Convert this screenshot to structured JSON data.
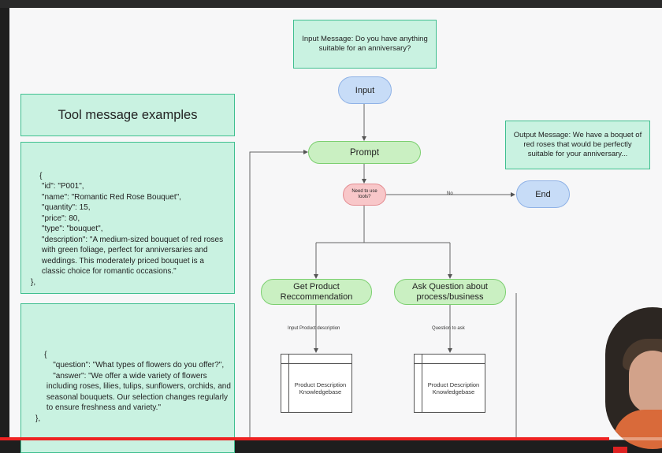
{
  "diagram": {
    "input_message": "Input Message: Do you have anything suitable for an anniversary?",
    "input": "Input",
    "prompt": "Prompt",
    "decision": "Need to use tools?",
    "no_label": "No",
    "end": "End",
    "output_message": "Output Message: We have a boquet of red roses that would be perfectly suitable for your anniversary...",
    "branch_left": "Get Product Reccommendation",
    "branch_right": "Ask Question about process/business",
    "edge_left": "Input Product description",
    "edge_right": "Question to ask",
    "kb_left": "Product Description Knowledgebase",
    "kb_right": "Product Description Knowledgebase"
  },
  "panel": {
    "title": "Tool message examples",
    "example1": "{\n     \"id\": \"P001\",\n     \"name\": \"Romantic Red Rose Bouquet\",\n     \"quantity\": 15,\n     \"price\": 80,\n     \"type\": \"bouquet\",\n     \"description\": \"A medium-sized bouquet of red roses\n     with green foliage, perfect for anniversaries and\n     weddings. This moderately priced bouquet is a\n     classic choice for romantic occasions.\"\n},",
    "example2": "{\n        \"question\": \"What types of flowers do you offer?\",\n        \"answer\": \"We offer a wide variety of flowers\n     including roses, lilies, tulips, sunflowers, orchids, and\n     seasonal bouquets. Our selection changes regularly\n     to ensure freshness and variety.\"\n},"
  },
  "video": {
    "progress": 0.92
  },
  "colors": {
    "mint": "#c9f2e1",
    "green": "#caf0c2",
    "blue": "#c7dcf7",
    "pink": "#f8c7c9"
  }
}
